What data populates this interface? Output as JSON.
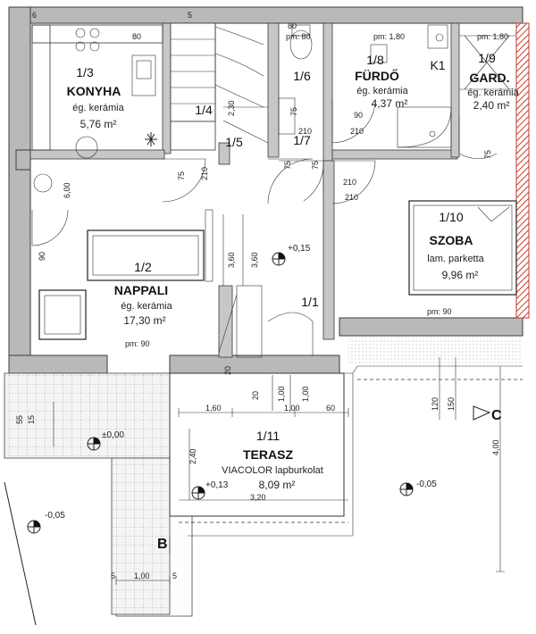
{
  "rooms": [
    {
      "id": "1/3",
      "name": "KONYHA",
      "material": "ég. kerámia",
      "area": "5,76 m²"
    },
    {
      "id": "1/4",
      "name": "",
      "material": "",
      "area": ""
    },
    {
      "id": "1/5",
      "name": "",
      "material": "",
      "area": ""
    },
    {
      "id": "1/6",
      "name": "",
      "material": "",
      "area": ""
    },
    {
      "id": "1/7",
      "name": "",
      "material": "",
      "area": ""
    },
    {
      "id": "1/8",
      "name": "FÜRDŐ",
      "material": "ég. kerámia",
      "area": "4,37 m²"
    },
    {
      "id": "1/9",
      "name": "GARD.",
      "material": "ég. kerámia",
      "area": "2,40 m²"
    },
    {
      "id": "1/10",
      "name": "SZOBA",
      "material": "lam. parketta",
      "area": "9,96 m²"
    },
    {
      "id": "1/2",
      "name": "NAPPALI",
      "material": "ég. kerámia",
      "area": "17,30 m²"
    },
    {
      "id": "1/1",
      "name": "",
      "material": "",
      "area": ""
    },
    {
      "id": "1/11",
      "name": "TERASZ",
      "material": "VIACOLOR lapburkolat",
      "area": "8,09 m²"
    }
  ],
  "labels": {
    "k1": "K1",
    "pm_80": "pm: 80",
    "pm_180": "pm: 1,80",
    "pm_garderobe": "pm: 1,80",
    "pm_szoba": "pm: 90",
    "pm_nappali": "pm: 90",
    "level_nappali": "+0,15",
    "level_terasz": "+0,13",
    "level_outside_right": "-0,05",
    "level_outside_left": "-0,05",
    "level_paving": "±0,00",
    "marker_c": "C",
    "marker_b": "B"
  },
  "dimensions": {
    "d80_top": "80",
    "d80_toilet": "80",
    "d6": "6",
    "d5": "5",
    "d600": "6,00",
    "d90_left": "90",
    "d90_wc": "90",
    "d210_wc": "210",
    "d210_a": "210",
    "d210_b": "210",
    "d210_c": "210",
    "d75_a": "75",
    "d75_b": "75",
    "d75_c": "75",
    "d75_d": "75",
    "d75_e": "75",
    "d210_d": "210",
    "d230": "2,30",
    "d360_a": "3,60",
    "d360_b": "3,60",
    "d20_a": "20",
    "d20_b": "20",
    "d100_a": "1,00",
    "d100_b": "1,00",
    "d160": "1,60",
    "d100_c": "1,00",
    "d60": "60",
    "d240": "2,40",
    "d320": "3,20",
    "d120": "120",
    "d150": "150",
    "d400": "4,00",
    "d55": "55",
    "d15": "15",
    "d100_bottom": "1,00",
    "d5_bottom": "5",
    "d5_bottom2": "5"
  }
}
